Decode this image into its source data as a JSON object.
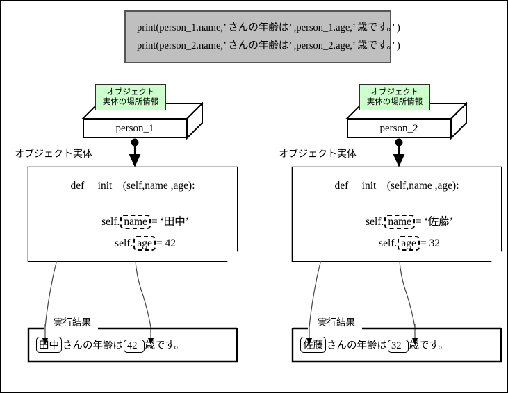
{
  "diagram": {
    "title_code": {
      "lines": [
        "print(person_1.name,’ さんの年齢は’ ,person_1.age,’ 歳です。’ )",
        "print(person_2.name,’ さんの年齢は’ ,person_2.age,’ 歳です。’ )"
      ],
      "background": "#bfbfbf",
      "border": "#555555"
    },
    "columns": [
      {
        "note": {
          "line1": "オブジェクト",
          "line2": "実体の場所情報",
          "color": "#ccffcc"
        },
        "instance_label": "person_1",
        "object_entity_label": "オブジェクト実体",
        "body": {
          "def": "def __init__(self,name ,age):",
          "attr_name_prefix": "self.",
          "attr_name_key": "name",
          "attr_name_value": "= ‘田中’",
          "attr_age_prefix": "self.",
          "attr_age_key": "age",
          "attr_age_value": "= 42"
        },
        "result": {
          "legend": "実行結果",
          "name_value": "田中",
          "mid_text": "さんの年齢は",
          "age_value": "42",
          "tail_text": "歳です。"
        }
      },
      {
        "note": {
          "line1": "オブジェクト",
          "line2": "実体の場所情報",
          "color": "#ccffcc"
        },
        "instance_label": "person_2",
        "object_entity_label": "オブジェクト実体",
        "body": {
          "def": "def __init__(self,name ,age):",
          "attr_name_prefix": "self.",
          "attr_name_key": "name",
          "attr_name_value": "= ‘佐藤’",
          "attr_age_prefix": "self.",
          "attr_age_key": "age",
          "attr_age_value": "= 32"
        },
        "result": {
          "legend": "実行結果",
          "name_value": "佐藤",
          "mid_text": "さんの年齢は",
          "age_value": "32",
          "tail_text": "歳です。"
        }
      }
    ]
  }
}
